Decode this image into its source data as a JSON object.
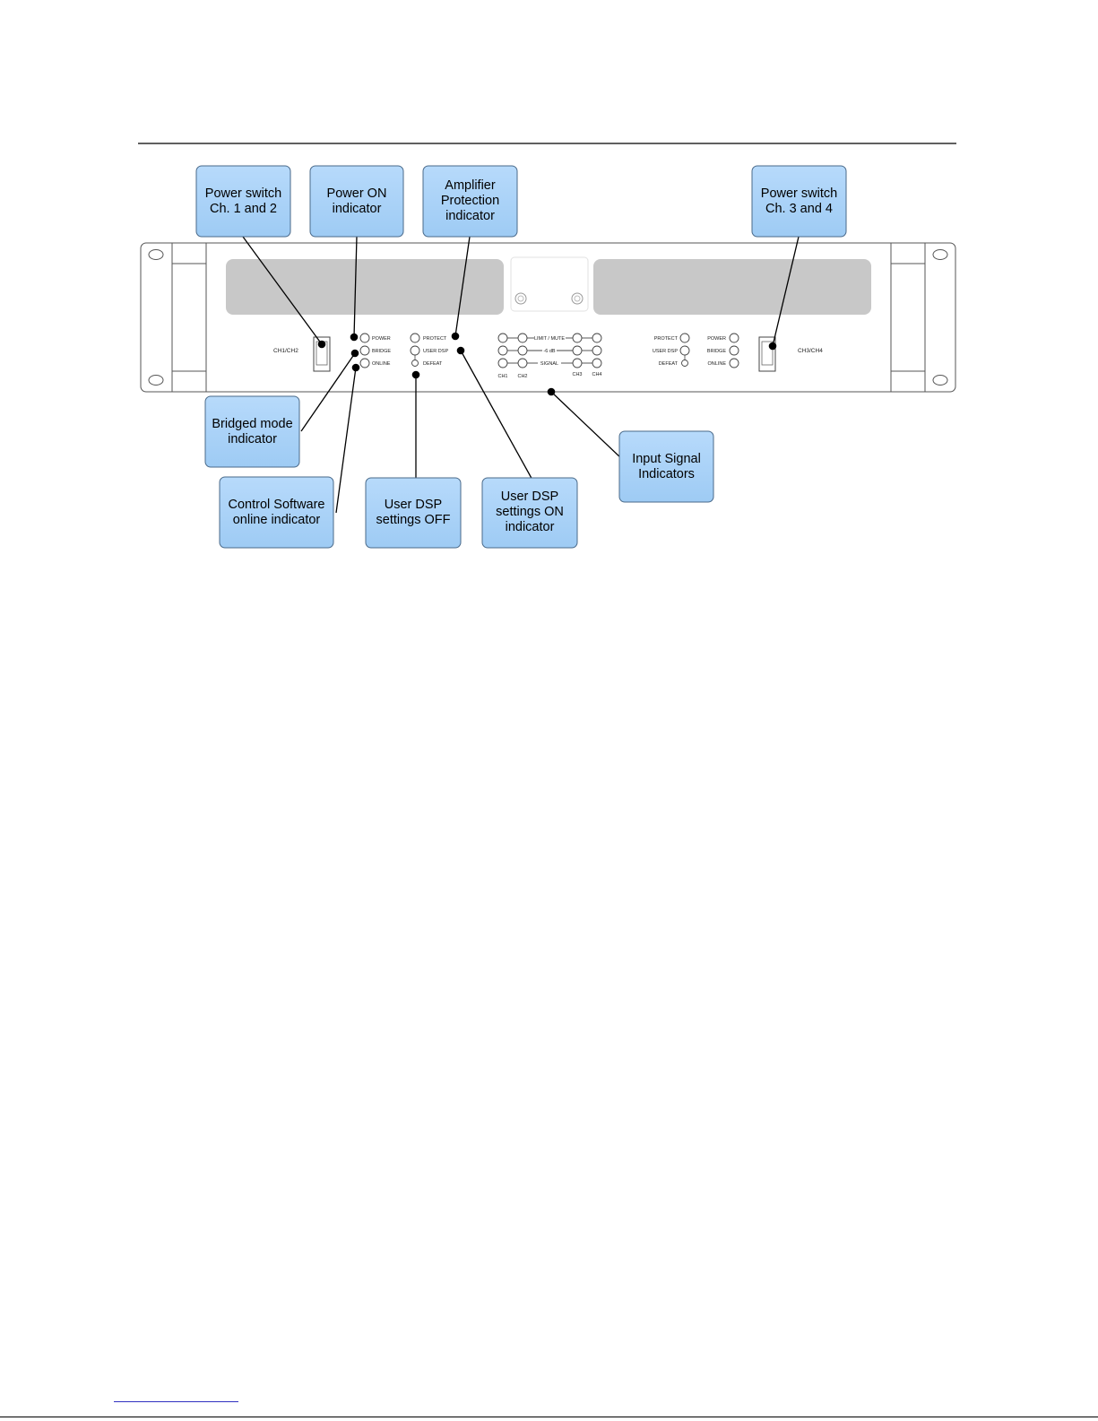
{
  "callouts": {
    "power_switch_12": [
      "Power switch",
      "Ch. 1 and 2"
    ],
    "power_on": [
      "Power ON",
      "indicator"
    ],
    "amp_protection": [
      "Amplifier",
      "Protection",
      "indicator"
    ],
    "power_switch_34": [
      "Power switch",
      "Ch. 3 and 4"
    ],
    "bridged_mode": [
      "Bridged mode",
      "indicator"
    ],
    "control_software": [
      "Control Software",
      "online indicator"
    ],
    "user_dsp_off": [
      "User DSP",
      "settings OFF"
    ],
    "user_dsp_on": [
      "User DSP",
      "settings ON",
      "indicator"
    ],
    "input_signal": [
      "Input Signal",
      "Indicators"
    ]
  },
  "panel": {
    "left_switch_label": "CH1/CH2",
    "right_switch_label": "CH3/CH4",
    "left_status": [
      "POWER",
      "BRIDGE",
      "ONLINE"
    ],
    "left_mode": [
      "PROTECT",
      "USER DSP",
      "DEFEAT"
    ],
    "right_mode": [
      "PROTECT",
      "USER DSP",
      "DEFEAT"
    ],
    "right_status": [
      "POWER",
      "BRIDGE",
      "ONLINE"
    ],
    "meter_rows": [
      "LIMIT / MUTE",
      "-6 dB",
      "SIGNAL"
    ],
    "meter_channels": [
      "CH1",
      "CH2",
      "CH3",
      "CH4"
    ]
  },
  "colors": {
    "callout_fill": "#a9d2f8",
    "callout_stroke": "#4a6a8a",
    "display_fill": "#c8c8c8"
  }
}
